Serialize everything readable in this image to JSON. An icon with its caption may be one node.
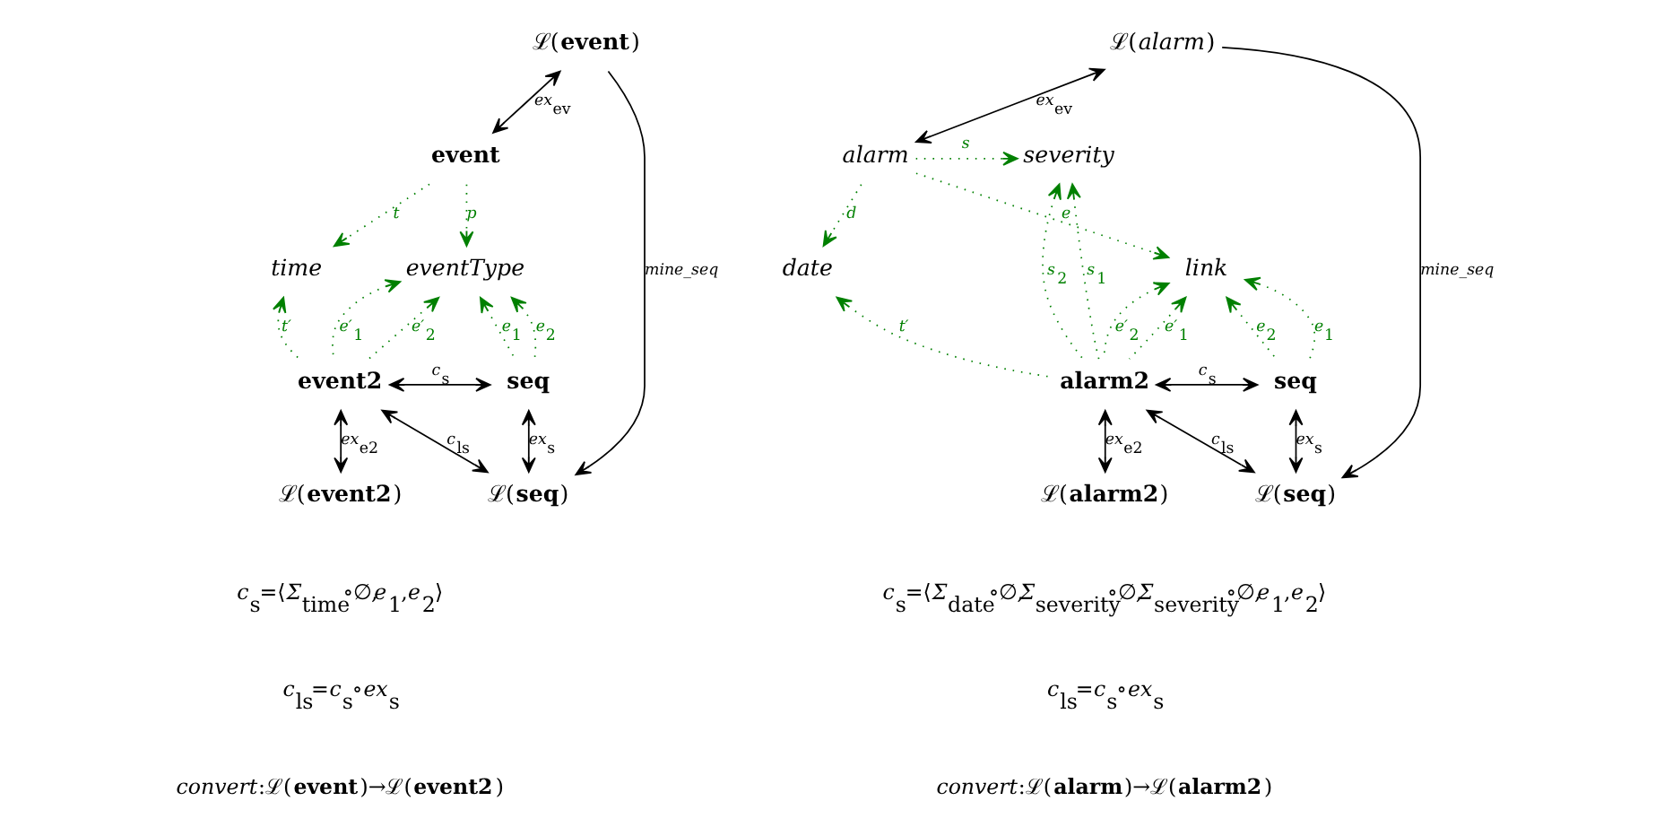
{
  "diagram": {
    "nodes": [
      {
        "text": [
          "ℒ(**event**)"
        ]
      },
      {
        "text": [
          "**event**"
        ]
      },
      {
        "text": [
          "*time*"
        ]
      },
      {
        "text": [
          "*eventType*"
        ]
      },
      {
        "text": [
          "**event2**"
        ]
      },
      {
        "text": [
          "**seq**"
        ]
      },
      {
        "text": [
          "ℒ(**event2**)"
        ]
      },
      {
        "text": [
          "ℒ(**seq**)"
        ]
      },
      {
        "text": [
          "ℒ(*alarm*)"
        ]
      },
      {
        "text": [
          "*severity*"
        ]
      },
      {
        "text": [
          "*alarm*"
        ]
      },
      {
        "text": [
          "*date*"
        ]
      },
      {
        "text": [
          "*link*"
        ]
      },
      {
        "text": [
          "**alarm2**"
        ]
      },
      {
        "text": [
          "**seq**"
        ]
      },
      {
        "text": [
          "ℒ(**alarm2**)"
        ]
      },
      {
        "text": [
          "ℒ(**seq**)"
        ]
      }
    ],
    "edges": [
      {
        "from": 0,
        "to": 1,
        "arrow": "both",
        "label": "*ex*$_{ev}$",
        "color": "#000000"
      },
      {
        "from": 0,
        "to": 7,
        "arrow": "to",
        "label": "*mine_seq*",
        "color": "#000000"
      },
      {
        "from": 1,
        "to": 2,
        "arrow": "to",
        "label": "*t*",
        "style": "dashed",
        "color": "#008000"
      },
      {
        "from": 1,
        "to": 3,
        "arrow": "to",
        "label": "*p*",
        "style": "dashed",
        "color": "#008000"
      },
      {
        "from": 4,
        "to": 3,
        "arrow": "to",
        "label": "*e′*$_{1}$",
        "style": "dashed",
        "color": "#008000"
      },
      {
        "from": 4,
        "to": 2,
        "arrow": "to",
        "label": "*t′*",
        "style": "dashed",
        "color": "#008000"
      },
      {
        "from": 4,
        "to": 3,
        "arrow": "to",
        "label": "*e′*$_{2}$",
        "style": "dashed",
        "color": "#008000"
      },
      {
        "from": 5,
        "to": 3,
        "arrow": "to",
        "label": "*e*$_{1}$",
        "style": "dashed",
        "color": "#008000"
      },
      {
        "from": 5,
        "to": 3,
        "arrow": "to",
        "label": "*e*$_{2}$",
        "style": "dashed",
        "color": "#008000"
      },
      {
        "from": 4,
        "to": 5,
        "arrow": "both",
        "label": "*c*$_{s}$",
        "color": "#000000"
      },
      {
        "from": 4,
        "to": 6,
        "arrow": "both",
        "label": "*ex*$_{e2}$",
        "color": "#000000"
      },
      {
        "from": 4,
        "to": 7,
        "arrow": "both",
        "label": "*c*$_{ls}$",
        "color": "#000000"
      },
      {
        "from": 5,
        "to": 7,
        "arrow": "both",
        "label": "*ex*$_{s}$",
        "color": "#000000"
      },
      {
        "from": 8,
        "to": 10,
        "arrow": "both",
        "label": "*ex*$_{ev}$",
        "color": "#000000"
      },
      {
        "from": 8,
        "to": 16,
        "arrow": "to",
        "label": "*mine_seq*",
        "color": "#000000"
      },
      {
        "from": 10,
        "to": 9,
        "arrow": "to",
        "label": "*s*",
        "style": "dashed",
        "color": "#008000"
      },
      {
        "from": 10,
        "to": 11,
        "arrow": "to",
        "label": "*d*",
        "style": "dashed",
        "color": "#008000"
      },
      {
        "from": 10,
        "to": 12,
        "arrow": "to",
        "label": "*e*",
        "style": "dashed",
        "color": "#008000"
      },
      {
        "from": 13,
        "to": 9,
        "arrow": "to",
        "label": "*s*$_{1}$",
        "style": "dashed",
        "color": "#008000"
      },
      {
        "from": 13,
        "to": 9,
        "arrow": "to",
        "label": "*s*$_{2}$",
        "style": "dashed",
        "color": "#008000"
      },
      {
        "from": 13,
        "to": 11,
        "arrow": "to",
        "label": "*t′*",
        "style": "dashed",
        "color": "#008000"
      },
      {
        "from": 13,
        "to": 12,
        "arrow": "to",
        "label": "*e′*$_{1}$",
        "style": "dashed",
        "color": "#008000"
      },
      {
        "from": 13,
        "to": 12,
        "arrow": "to",
        "label": "*e′*$_{2}$",
        "style": "dashed",
        "color": "#008000"
      },
      {
        "from": 14,
        "to": 12,
        "arrow": "to",
        "label": "*e*$_{1}$",
        "style": "dashed",
        "color": "#008000"
      },
      {
        "from": 14,
        "to": 12,
        "arrow": "to",
        "label": "*e*$_{2}$",
        "style": "dashed",
        "color": "#008000"
      },
      {
        "from": 13,
        "to": 14,
        "arrow": "both",
        "label": "*c*$_{s}$",
        "color": "#000000"
      },
      {
        "from": 13,
        "to": 15,
        "arrow": "both",
        "label": "*ex*$_{e2}$",
        "color": "#000000"
      },
      {
        "from": 13,
        "to": 16,
        "arrow": "both",
        "label": "*c*$_{ls}$",
        "color": "#000000"
      },
      {
        "from": 14,
        "to": 16,
        "arrow": "both",
        "label": "*ex*$_{s}$",
        "color": "#000000"
      }
    ],
    "labels": [
      "*c*$_{s}$=⟨*Σ*$_{time}$∘∅,*e*$_{1}$,*e*$_{2}$⟩",
      "*c*$_{s}$=⟨*Σ*$_{date}$∘∅,*Σ*$_{severity}$∘∅,*Σ*$_{severity}$∘∅,*e*$_{1}$,*e*$_{2}$⟩",
      "*c*$_{ls}$=*c*$_{s}$∘*ex*$_{s}$",
      "*c*$_{ls}$=*c*$_{s}$∘*ex*$_{s}$",
      "*convert*:ℒ(**event**)→ℒ(**event2**)",
      "*convert*:ℒ(**alarm**)→ℒ(**alarm2**)"
    ]
  }
}
